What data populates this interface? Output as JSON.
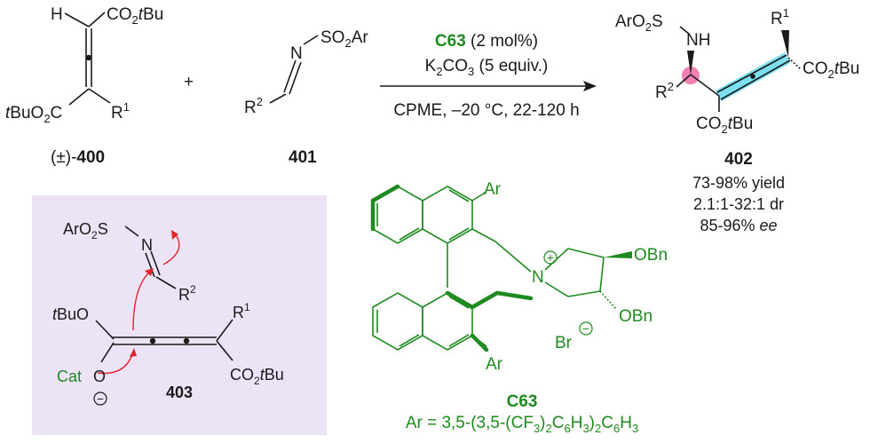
{
  "colors": {
    "black": "#1a1a1a",
    "green": "#1f8a1f",
    "red": "#e0242a",
    "cyan": "#4fd4ea",
    "pink": "#f06aa8",
    "panel": "#ece3f6"
  },
  "reaction": {
    "catalyst_name": "C63",
    "catalyst_loading": " (2 mol%)",
    "base": "K",
    "base_sub": "2",
    "base_mid": "CO",
    "base_sub2": "3",
    "base_tail": " (5 equiv.)",
    "conditions": "CPME, –20 °C, 22-120 h",
    "plus": "+"
  },
  "compound_400": {
    "h": "H",
    "ester_top": "CO",
    "ester_top_sub": "2",
    "ester_top_tbu": "t",
    "ester_top_bu": "Bu",
    "ester_left_t": "t",
    "ester_left": "BuO",
    "ester_left_sub": "2",
    "ester_left_c": "C",
    "r": "R",
    "r_sup": "1",
    "label_prefix": "(±)-",
    "label_num": "400"
  },
  "compound_401": {
    "so2ar": "SO",
    "so2ar_sub": "2",
    "so2ar_ar": "Ar",
    "n": "N",
    "r": "R",
    "r_sup": "2",
    "label": "401"
  },
  "compound_402": {
    "aro2s": "ArO",
    "aro2s_sub": "2",
    "aro2s_s": "S",
    "nh": "NH",
    "r1": "R",
    "r1_sup": "1",
    "r2": "R",
    "r2_sup": "2",
    "ester_right": "CO",
    "ester_right_sub": "2",
    "ester_right_t": "t",
    "ester_right_bu": "Bu",
    "ester_bottom": "CO",
    "ester_bottom_sub": "2",
    "ester_bottom_t": "t",
    "ester_bottom_bu": "Bu",
    "label": "402",
    "yield": "73-98% yield",
    "dr": "2.1:1-32:1 dr",
    "ee_value": "85-96% ",
    "ee_unit": "ee"
  },
  "intermediate_403": {
    "aro2s": "ArO",
    "aro2s_sub": "2",
    "aro2s_s": "S",
    "n": "N",
    "r2": "R",
    "r2_sup": "2",
    "tbuo_t": "t",
    "tbuo": "BuO",
    "o": "O",
    "cat": "Cat",
    "minus": "−",
    "r1": "R",
    "r1_sup": "1",
    "ester": "CO",
    "ester_sub": "2",
    "ester_t": "t",
    "ester_bu": "Bu",
    "label": "403"
  },
  "catalyst_c63": {
    "ar_top": "Ar",
    "ar_bottom": "Ar",
    "n": "N",
    "plus": "+",
    "obn_top": "OBn",
    "obn_bottom": "OBn",
    "br": "Br",
    "minus": "−",
    "label": "C63",
    "ar_def": "Ar = 3,5-(3,5-(CF",
    "ar_def_sub1": "3",
    "ar_def_mid1": ")",
    "ar_def_sub2": "2",
    "ar_def_mid2": "C",
    "ar_def_sub3": "6",
    "ar_def_mid3": "H",
    "ar_def_sub4": "3",
    "ar_def_mid4": ")",
    "ar_def_sub5": "2",
    "ar_def_mid5": "C",
    "ar_def_sub6": "6",
    "ar_def_mid6": "H",
    "ar_def_sub7": "3"
  }
}
